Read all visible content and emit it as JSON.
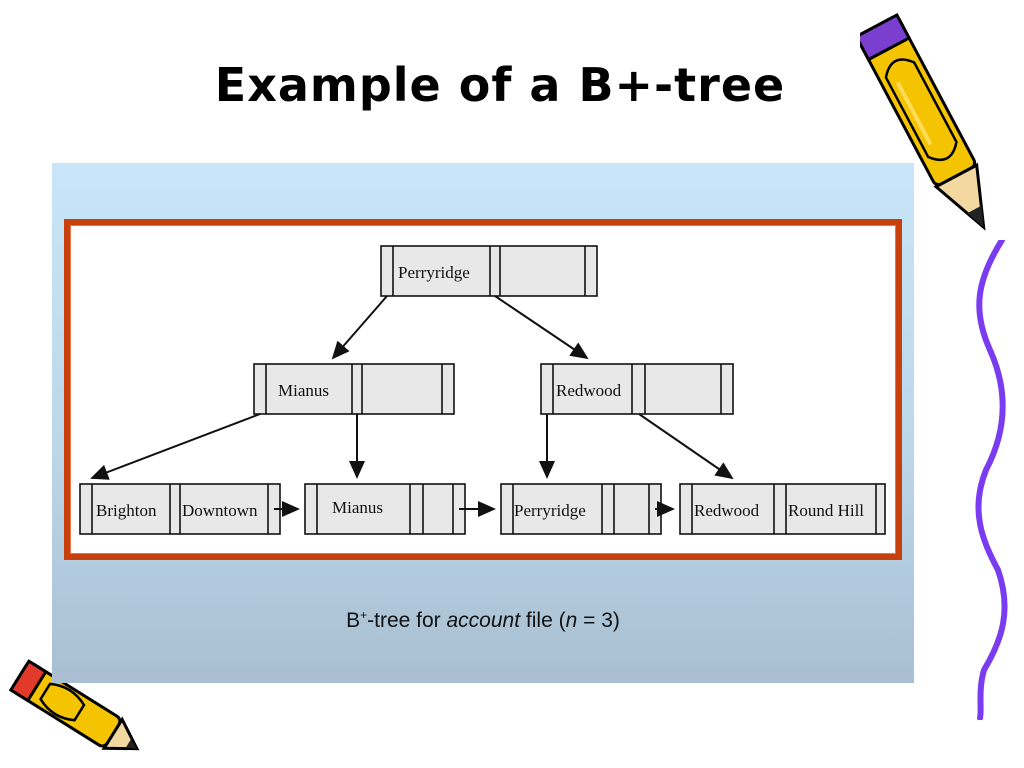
{
  "slide": {
    "title": "Example of a B+-tree"
  },
  "caption": {
    "prefix": "B",
    "superscript": "+",
    "part1": "-tree for ",
    "italic_word": "account",
    "part2": " file (",
    "italic_var": "n",
    "part3": " = 3)"
  },
  "tree": {
    "root": {
      "keys": [
        "Perryridge"
      ]
    },
    "internal": [
      {
        "keys": [
          "Mianus"
        ]
      },
      {
        "keys": [
          "Redwood"
        ]
      }
    ],
    "leaves": [
      {
        "keys": [
          "Brighton",
          "Downtown"
        ]
      },
      {
        "keys": [
          "Mianus"
        ]
      },
      {
        "keys": [
          "Perryridge"
        ]
      },
      {
        "keys": [
          "Redwood",
          "Round Hill"
        ]
      }
    ]
  },
  "colors": {
    "frame_border": "#c8400c",
    "node_fill": "#e8e8e8",
    "pencil_yellow": "#f5c400",
    "pencil_purple": "#6a3cc8",
    "wavy_line": "#7a3cf0"
  },
  "icons": [
    "pencil-icon",
    "pencil-icon",
    "wavy-line-decoration"
  ]
}
